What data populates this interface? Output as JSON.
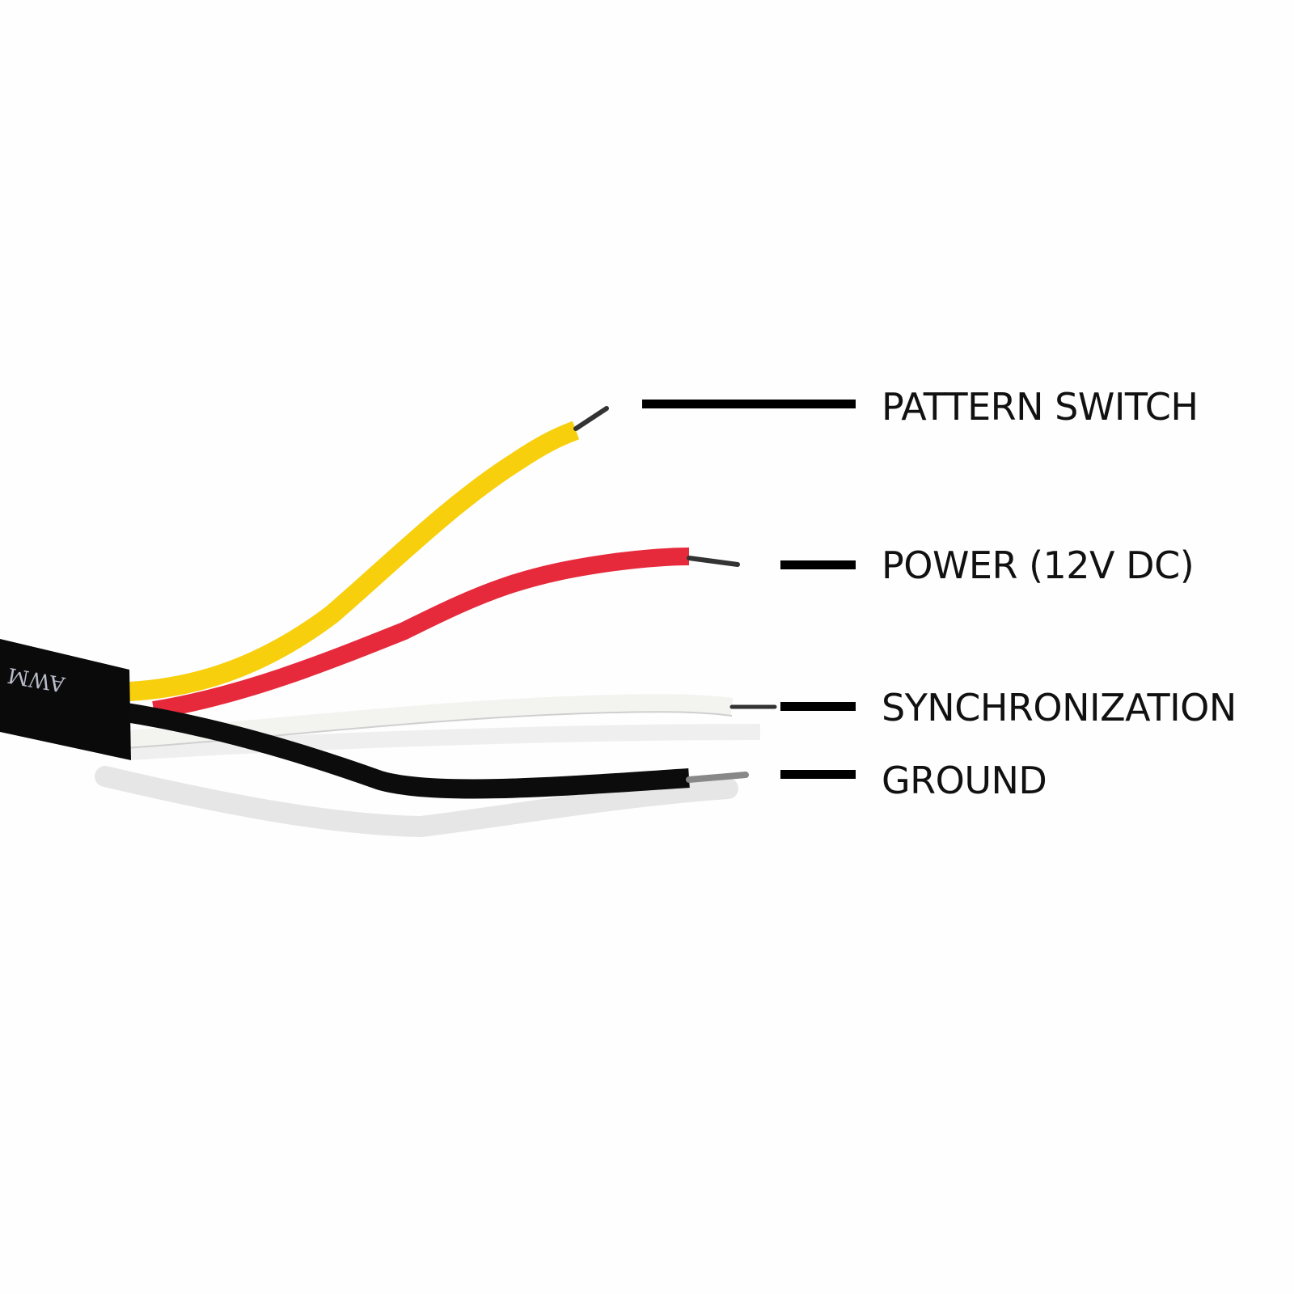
{
  "cable_marking": "AWM",
  "labels": [
    {
      "text": "PATTERN SWITCH",
      "wire_color": "#f7cf0c"
    },
    {
      "text": "POWER (12V DC)",
      "wire_color": "#e62a3c"
    },
    {
      "text": "SYNCHRONIZATION",
      "wire_color": "#f3f3f0"
    },
    {
      "text": "GROUND",
      "wire_color": "#0c0c0c"
    }
  ]
}
